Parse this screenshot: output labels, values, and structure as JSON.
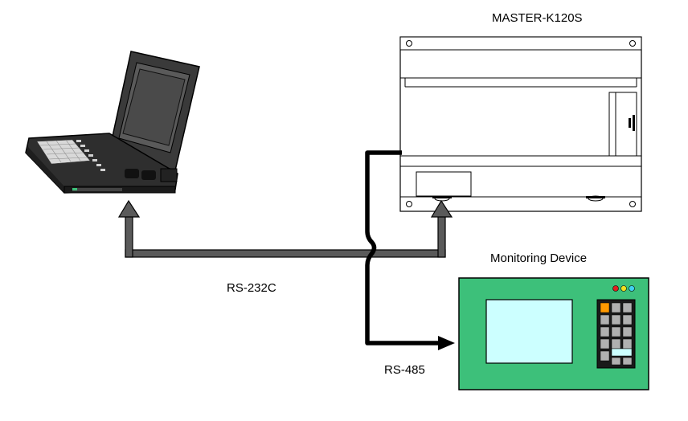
{
  "labels": {
    "plc_title": "MASTER-K120S",
    "monitor_title": "Monitoring Device",
    "rs232": "RS-232C",
    "rs485": "RS-485"
  },
  "colors": {
    "cable_rs232_fill": "#5a5a5a",
    "cable_rs485": "#000000",
    "monitor_body": "#3dc07a",
    "monitor_screen": "#ccffff",
    "keypad_frame": "#1a1a1a",
    "keypad_key": "#b0b0b0",
    "keypad_highlight": "#ff9900",
    "led_red": "#e02020",
    "led_yellow": "#f0e020",
    "led_cyan": "#40d0f0",
    "laptop_body": "#2a2a2a",
    "laptop_screen": "#555555"
  },
  "icons": {
    "laptop": "laptop-icon",
    "plc": "plc-unit-icon",
    "monitor": "hmi-panel-icon"
  }
}
